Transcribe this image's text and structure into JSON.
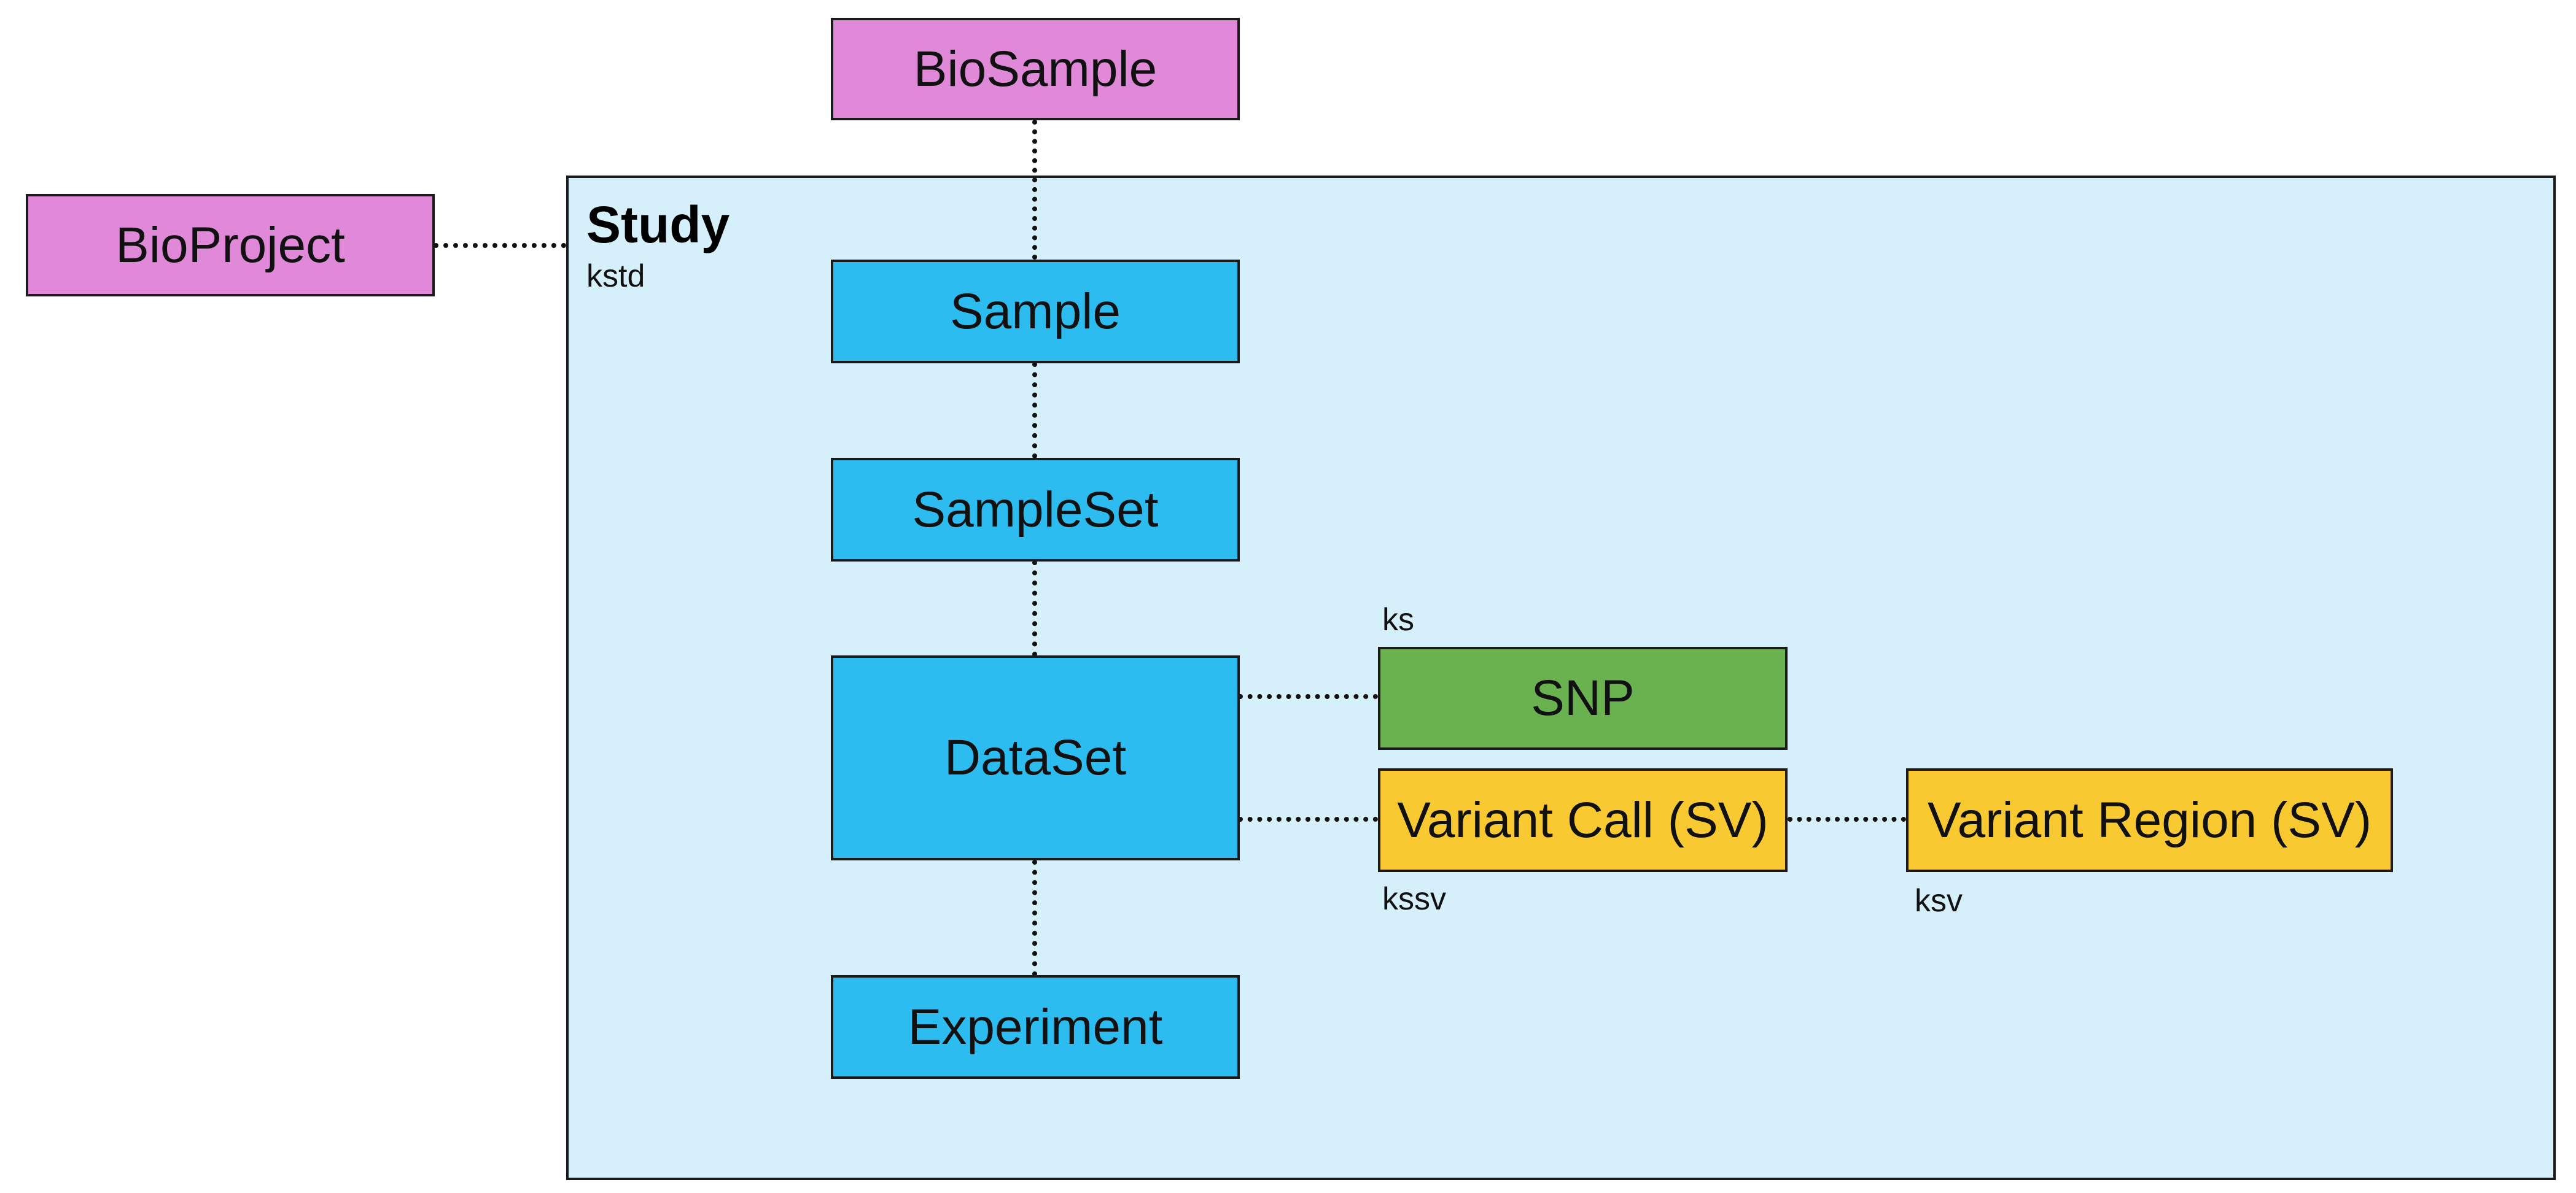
{
  "colors": {
    "external": "#df89d8",
    "internal": "#2dbcf0",
    "study_bg": "#d5f0fa",
    "snp": "#6ab250",
    "structural_variant": "#f9c931",
    "border": "#1a1a1a",
    "connector": "#111111"
  },
  "study": {
    "title": "Study",
    "prefix": "kstd"
  },
  "nodes": {
    "biosample": "BioSample",
    "bioproject": "BioProject",
    "sample": "Sample",
    "sampleset": "SampleSet",
    "dataset": "DataSet",
    "experiment": "Experiment",
    "snp": "SNP",
    "variant_call": "Variant Call (SV)",
    "variant_region": "Variant Region (SV)"
  },
  "prefixes": {
    "snp": "ks",
    "variant_call": "kssv",
    "variant_region": "ksv"
  }
}
